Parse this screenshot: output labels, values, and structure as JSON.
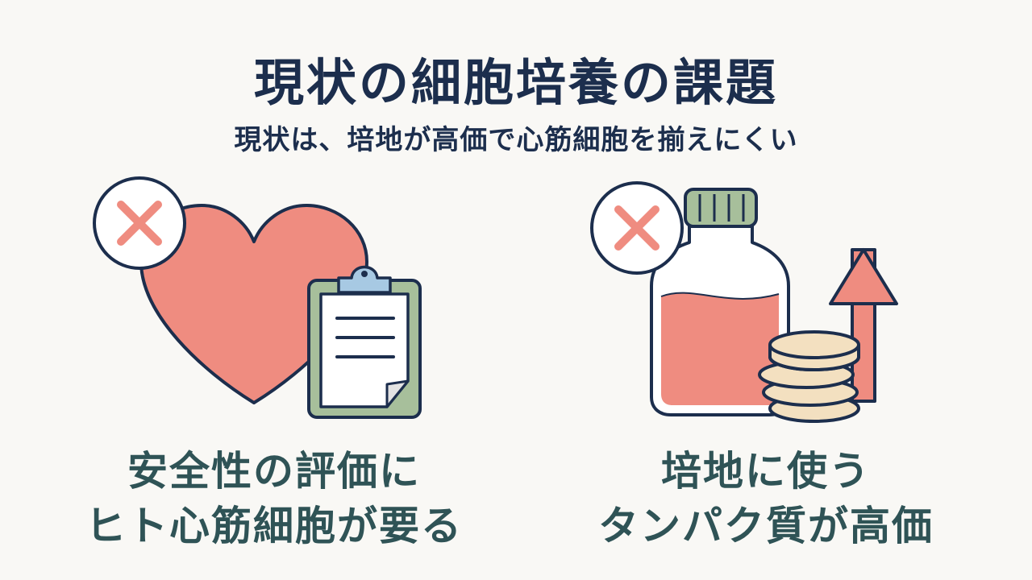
{
  "header": {
    "title": "現状の細胞培養の課題",
    "subtitle": "現状は、培地が高価で心筋細胞を揃えにくい"
  },
  "panels": [
    {
      "line1": "安全性の評価に",
      "line2": "ヒト心筋細胞が要る",
      "icons": [
        "close-icon",
        "heart-icon",
        "clipboard-icon"
      ]
    },
    {
      "line1": "培地に使う",
      "line2": "タンパク質が高価",
      "icons": [
        "close-icon",
        "bottle-icon",
        "coins-icon",
        "arrow-up-icon"
      ]
    }
  ],
  "colors": {
    "background": "#f9f8f5",
    "title": "#1c2e4d",
    "caption": "#2f5356",
    "coral": "#ef8c80",
    "clipboard_board": "#a7bf9b",
    "clip_blue": "#a7c9e3",
    "bottle_cap": "#a7bf9b",
    "coin": "#f3e0c0",
    "outline": "#1c2e4d"
  }
}
